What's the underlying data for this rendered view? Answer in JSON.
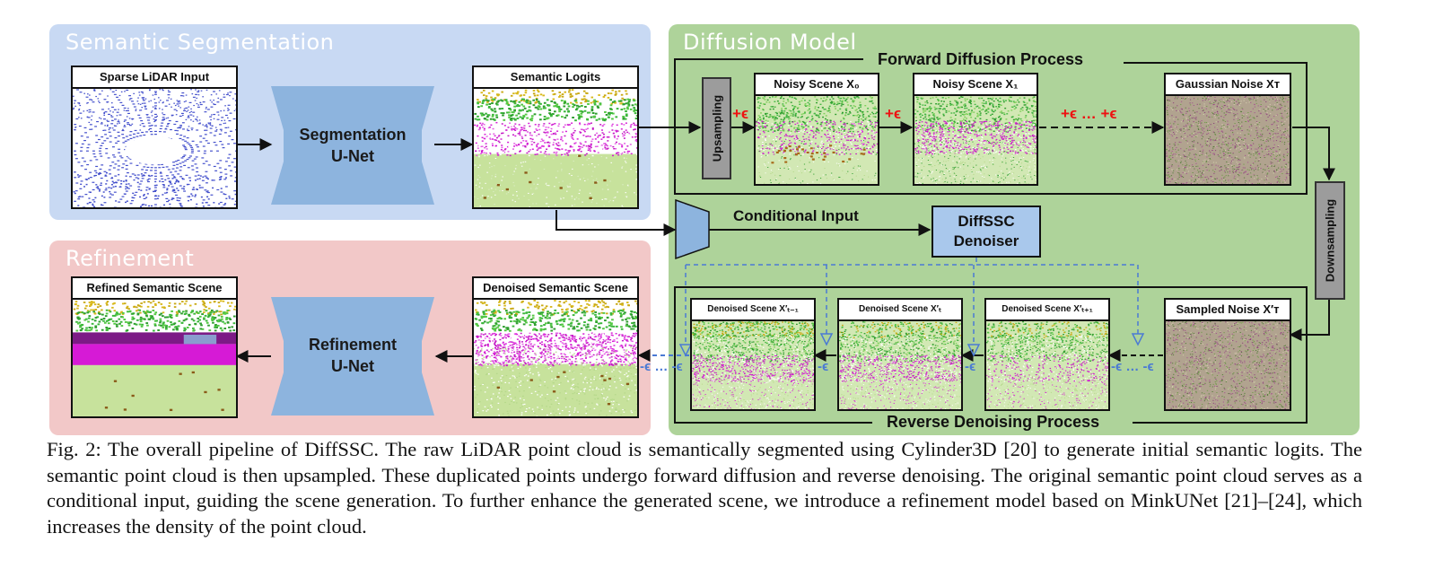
{
  "panels": {
    "segmentation": "Semantic Segmentation",
    "diffusion": "Diffusion Model",
    "refinement": "Refinement"
  },
  "images": {
    "sparse": "Sparse LiDAR Input",
    "logits": "Semantic Logits",
    "refined": "Refined Semantic Scene",
    "denoised_semantic": "Denoised Semantic Scene",
    "noisy0": "Noisy Scene X₀",
    "noisy1": "Noisy Scene X₁",
    "gaussian": "Gaussian Noise Xᴛ",
    "den_tm1": "Denoised Scene X′ₜ₋₁",
    "den_t": "Denoised Scene X′ₜ",
    "den_tp1": "Denoised Scene X′ₜ₊₁",
    "sampled": "Sampled Noise X′ᴛ"
  },
  "nets": {
    "seg_line1": "Segmentation",
    "seg_line2": "U-Net",
    "ref_line1": "Refinement",
    "ref_line2": "U-Net"
  },
  "labels": {
    "upsampling": "Upsampling",
    "downsampling": "Downsampling",
    "forward": "Forward Diffusion Process",
    "reverse": "Reverse Denoising Process",
    "conditional": "Conditional Input",
    "denoiser_line1": "DiffSSC",
    "denoiser_line2": "Denoiser",
    "plus_eps": "+ϵ",
    "plus_eps_dots": "+ϵ … +ϵ",
    "minus_eps": "-ϵ",
    "minus_eps_dots": "-ϵ … -ϵ"
  },
  "caption": "Fig. 2: The overall pipeline of DiffSSC. The raw LiDAR point cloud is semantically segmented using Cylinder3D [20] to generate initial semantic logits. The semantic point cloud is then upsampled. These duplicated points undergo forward diffusion and reverse denoising. The original semantic point cloud serves as a conditional input, guiding the scene generation. To further enhance the generated scene, we introduce a refinement model based on MinkUNet [21]–[24], which increases the density of the point cloud.",
  "colors": {
    "segmentation_bg": "#c8d9f3",
    "diffusion_bg": "#aed39a",
    "refinement_bg": "#f2c8c8",
    "net_blue": "#8db4de",
    "arrow_blue": "#4a7ad4",
    "eps_red": "#e11111"
  }
}
